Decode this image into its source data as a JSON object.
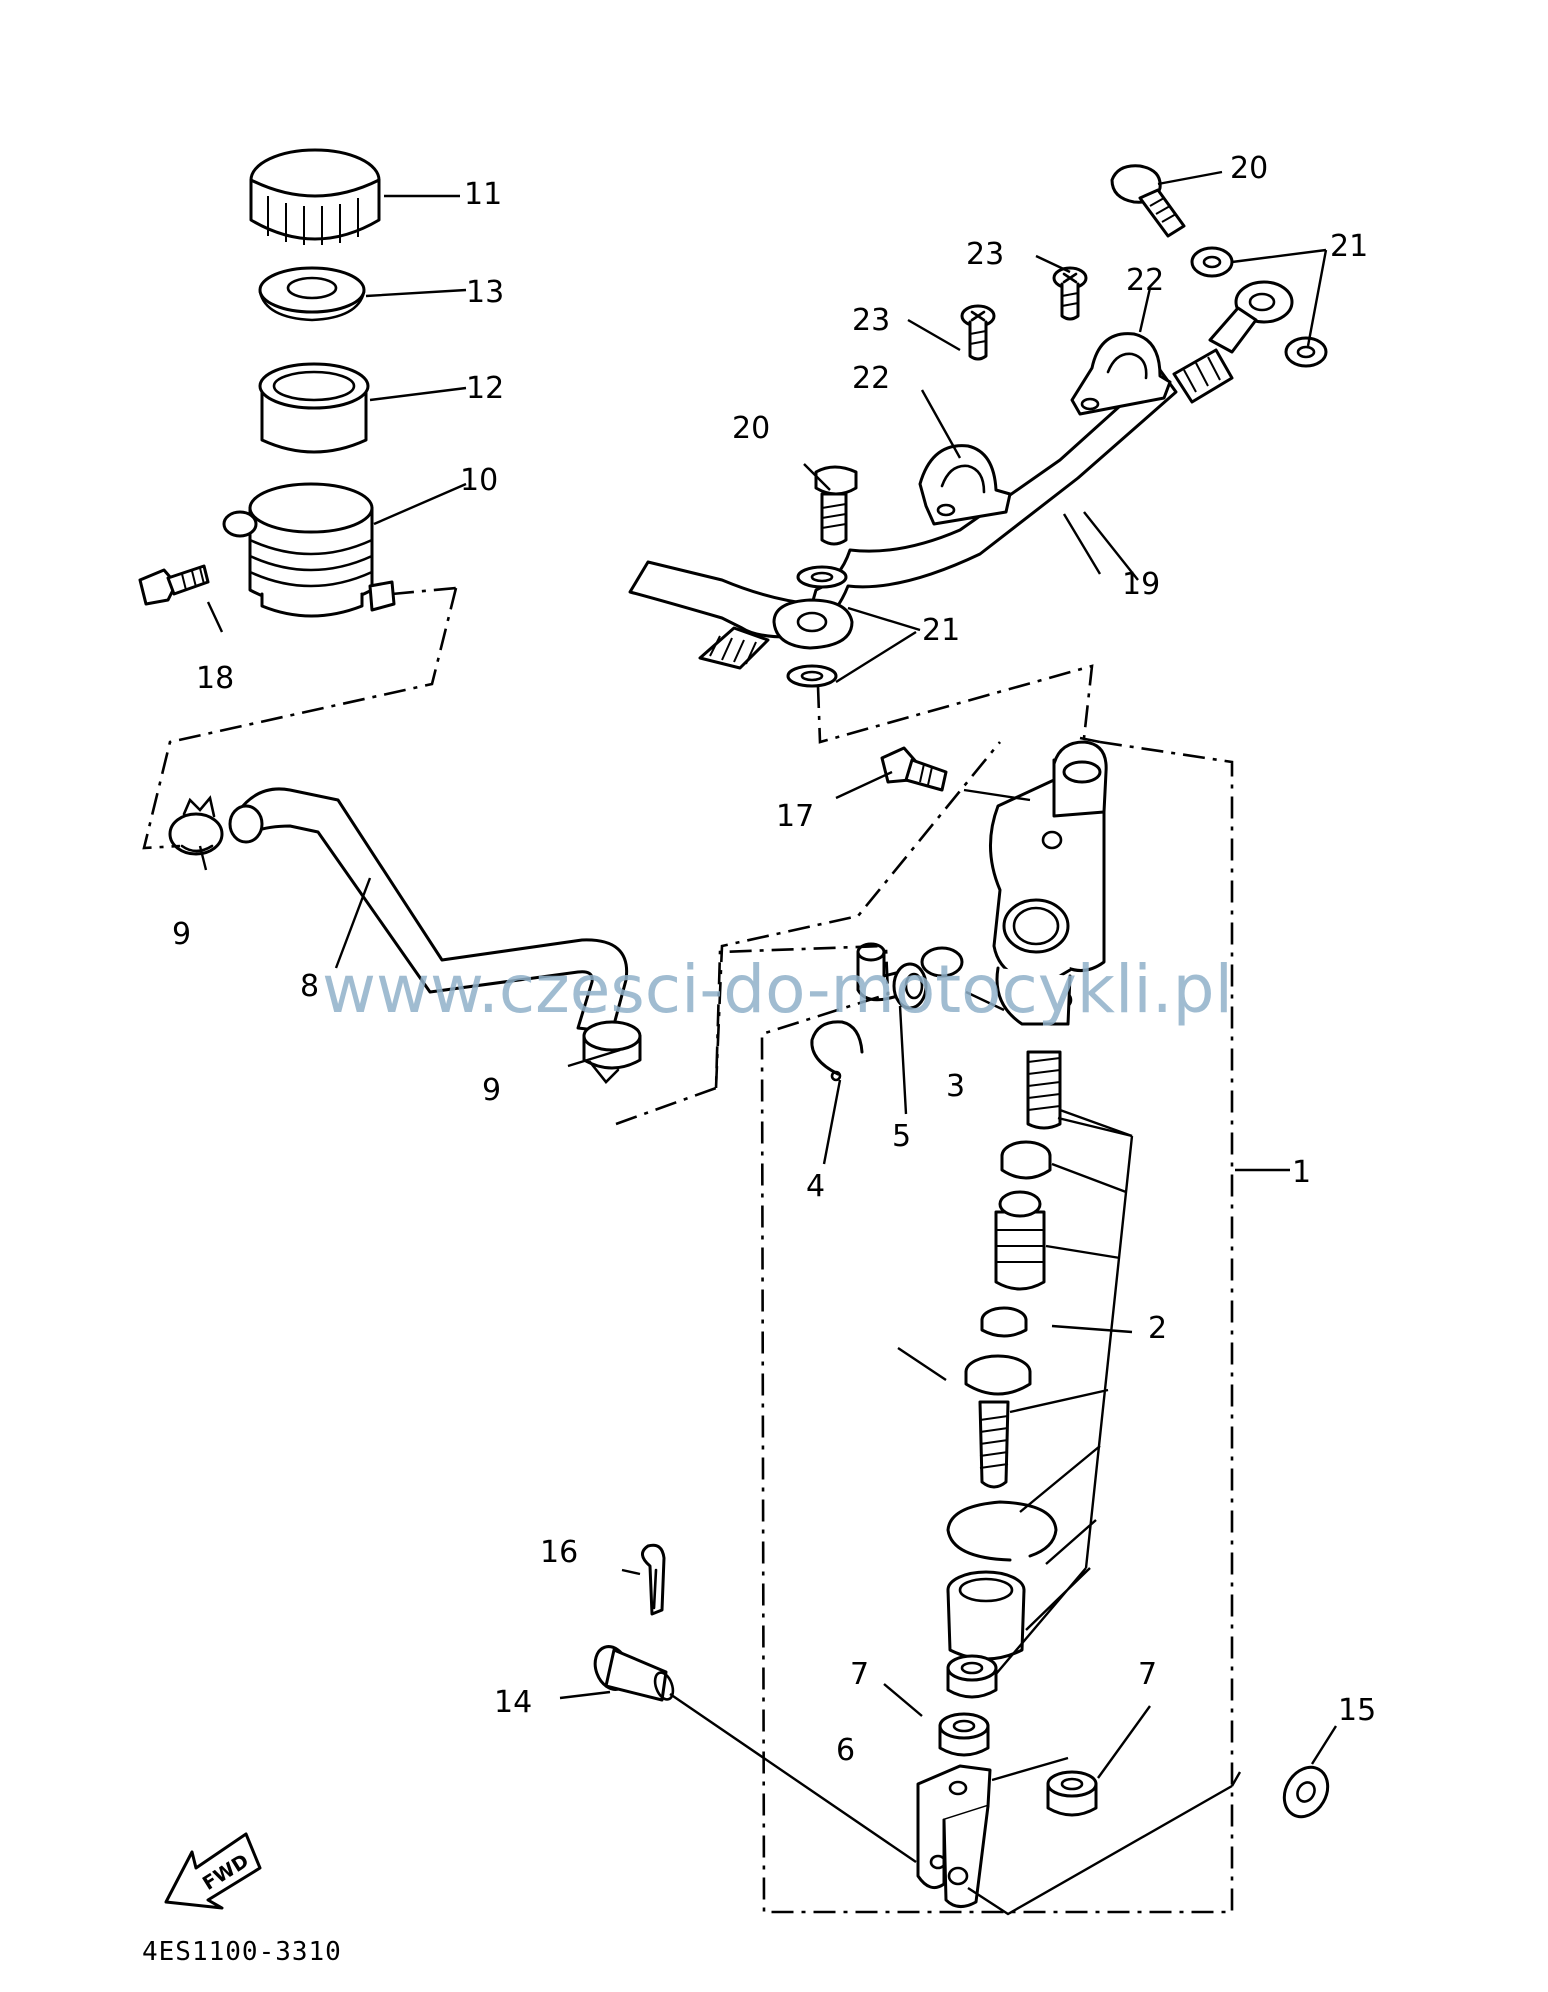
{
  "diagram": {
    "watermark": "www.czesci-do-motocykli.pl",
    "drawing_code": "4ES1100-3310",
    "fwd_label": "FWD",
    "callouts": {
      "c1": "1",
      "c2": "2",
      "c3": "3",
      "c4": "4",
      "c5": "5",
      "c6": "6",
      "c7a": "7",
      "c7b": "7",
      "c8": "8",
      "c9a": "9",
      "c9b": "9",
      "c10": "10",
      "c11": "11",
      "c12": "12",
      "c13": "13",
      "c14": "14",
      "c15": "15",
      "c16": "16",
      "c17": "17",
      "c18": "18",
      "c19": "19",
      "c20a": "20",
      "c20b": "20",
      "c21a": "21",
      "c21b": "21",
      "c22a": "22",
      "c22b": "22",
      "c23a": "23",
      "c23b": "23"
    }
  }
}
